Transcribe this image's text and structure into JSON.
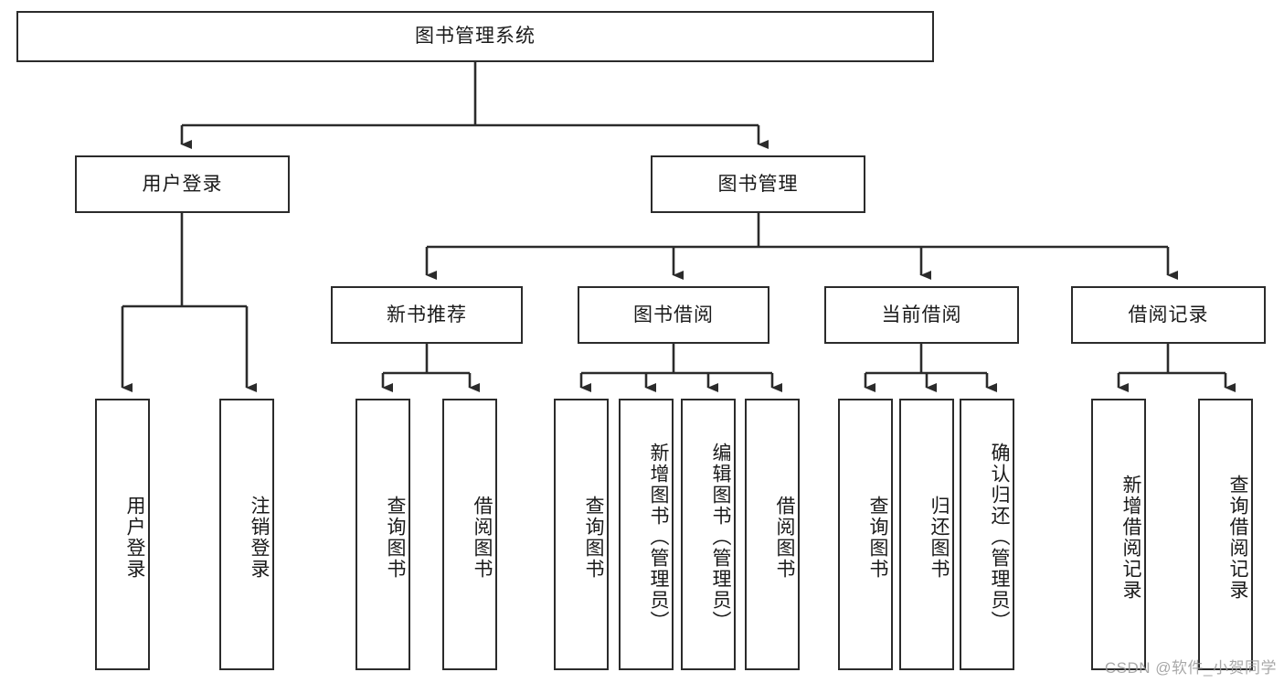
{
  "diagram": {
    "type": "tree",
    "title": "图书管理系统",
    "colors": {
      "stroke": "#2b2b2b",
      "fill": "#ffffff",
      "text": "#1a1a1a",
      "watermark": "#9a9a9a"
    },
    "nodes": {
      "root": "图书管理系统",
      "level2": {
        "user_login": "用户登录",
        "book_manage": "图书管理"
      },
      "level3": {
        "new_book_recommend": "新书推荐",
        "book_borrow": "图书借阅",
        "current_borrow": "当前借阅",
        "borrow_record": "借阅记录"
      },
      "leaves": {
        "user_login_children": [
          "用户登录",
          "注销登录"
        ],
        "new_book_recommend_children": [
          "查询图书",
          "借阅图书"
        ],
        "book_borrow_children": [
          "查询图书",
          "新增图书（管理员）",
          "编辑图书（管理员）",
          "借阅图书"
        ],
        "current_borrow_children": [
          "查询图书",
          "归还图书",
          "确认归还（管理员）"
        ],
        "borrow_record_children": [
          "新增借阅记录",
          "查询借阅记录"
        ]
      }
    },
    "watermark": "CSDN @软件_小贺同学"
  }
}
